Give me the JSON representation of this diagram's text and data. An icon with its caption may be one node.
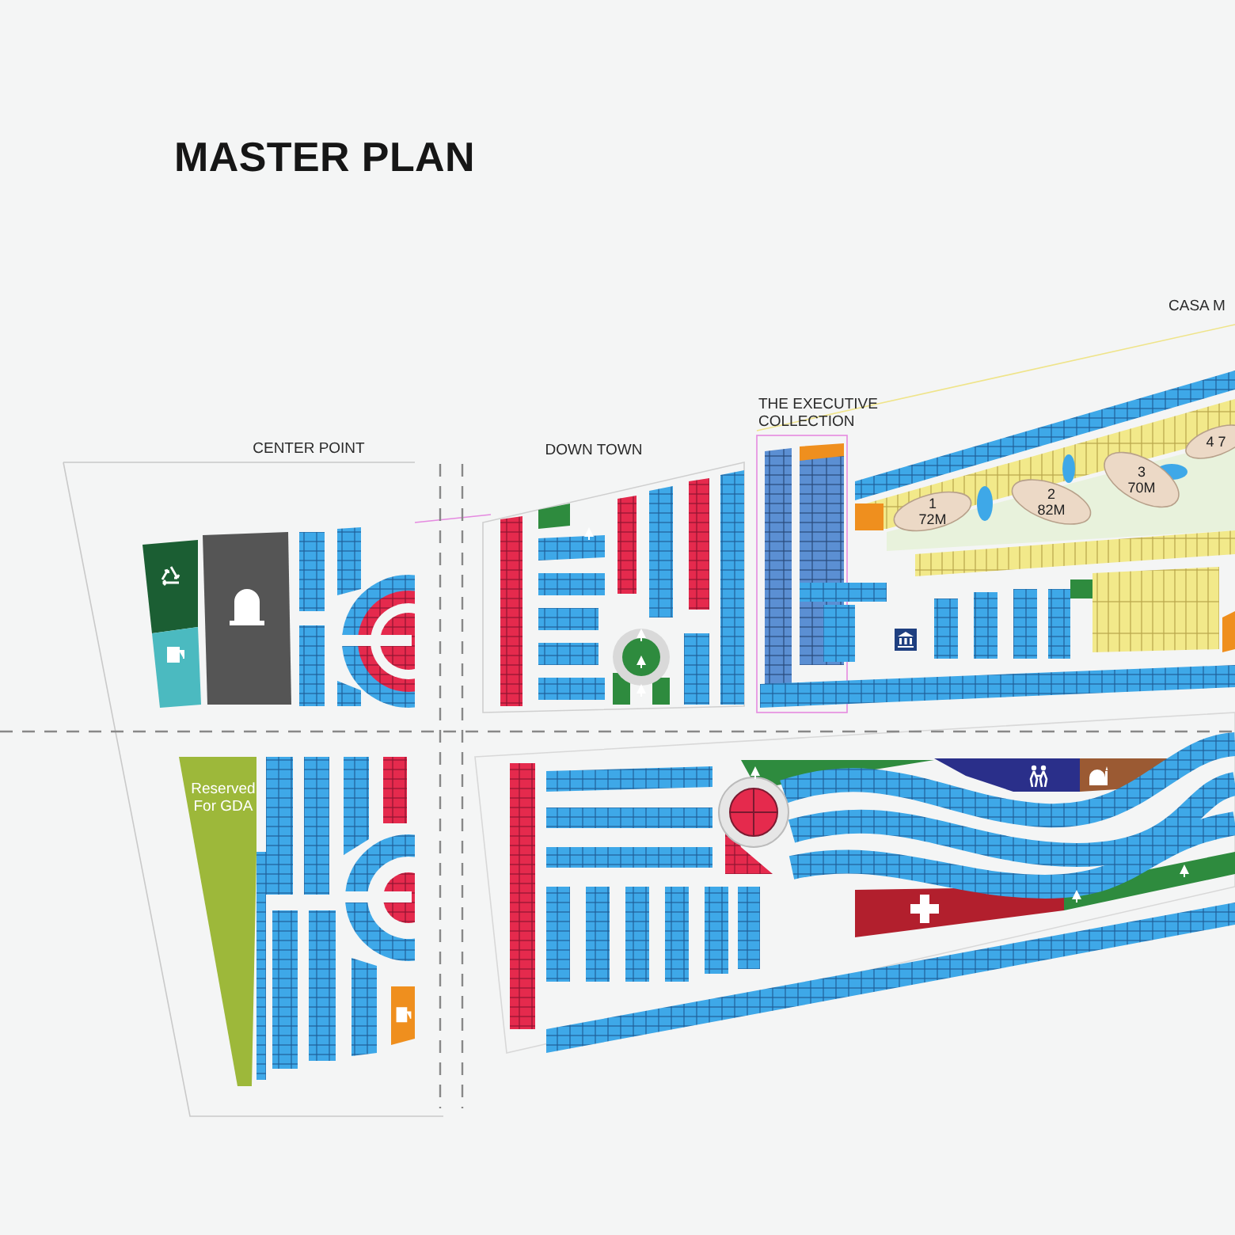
{
  "diagram": {
    "title": "MASTER PLAN",
    "nodes": [
      {
        "text": [
          "4 7"
        ]
      },
      {
        "text": [
          "3",
          "70M"
        ]
      },
      {
        "text": [
          "2",
          "82M"
        ]
      },
      {
        "text": [
          "1",
          "72M"
        ]
      },
      {
        "text": [
          "Reserved For GDA"
        ]
      }
    ],
    "labels": [
      "CASA M",
      "THE EXECUTIVE COLLECTION",
      "CENTER POINT",
      "DOWN TOWN"
    ]
  }
}
